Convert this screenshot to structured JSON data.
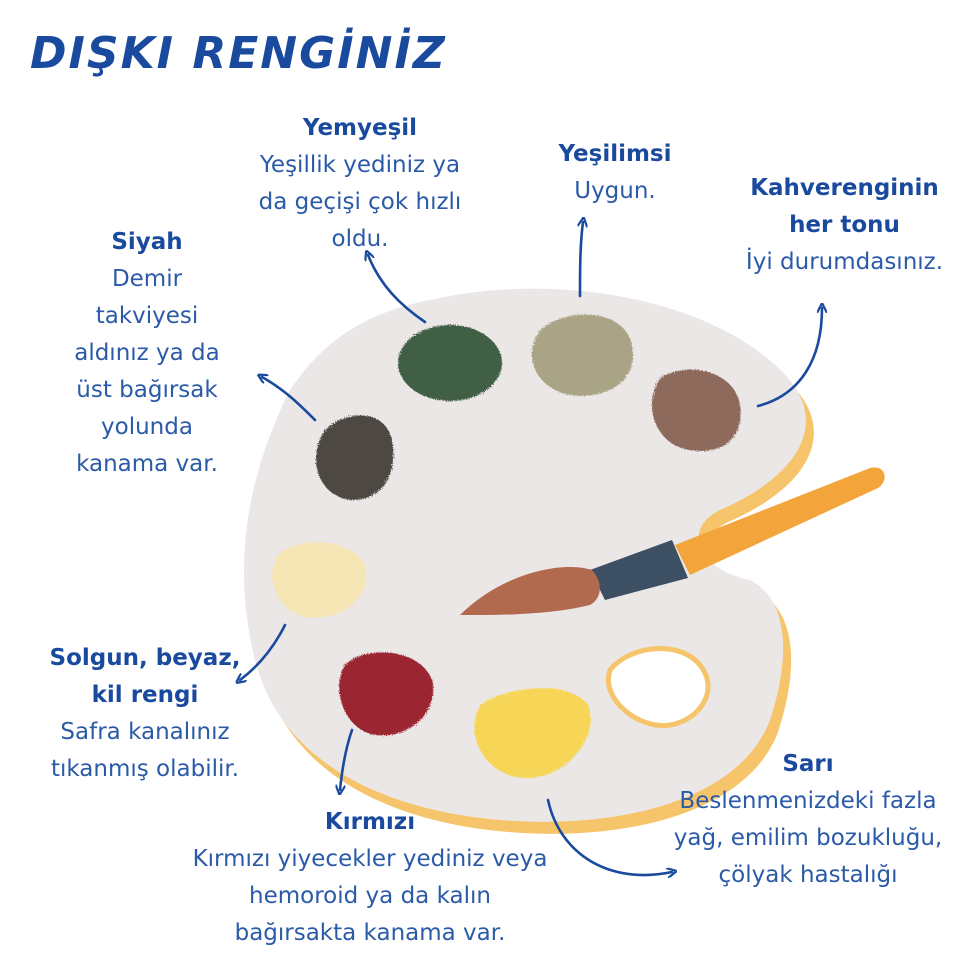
{
  "title": "DIŞKI RENGİNİZ",
  "items": [
    {
      "key": "yemyesil",
      "heading": "Yemyeşil",
      "body": "Yeşillik yediniz ya da geçişi çok hızlı oldu.",
      "color": "#3f5e44"
    },
    {
      "key": "yesilimsi",
      "heading": "Yeşilimsi",
      "body": "Uygun.",
      "color": "#a9a486"
    },
    {
      "key": "kahverengi",
      "heading": "Kahverenginin her tonu",
      "body": "İyi durumdasınız.",
      "color": "#8e6b5c"
    },
    {
      "key": "siyah",
      "heading": "Siyah",
      "body": "Demir takviyesi aldınız ya da üst bağırsak yolunda kanama var.",
      "color": "#4d4842"
    },
    {
      "key": "solgun",
      "heading": "Solgun, beyaz, kil rengi",
      "body": "Safra kanalınız tıkanmış olabilir.",
      "color": "#f6e5b5"
    },
    {
      "key": "kirmizi",
      "heading": "Kırmızı",
      "body": "Kırmızı yiyecekler yediniz veya hemoroid ya da kalın bağırsakta kanama var.",
      "color": "#9b2632"
    },
    {
      "key": "sari",
      "heading": "Sarı",
      "body": "Beslenmenizdeki fazla yağ, emilim bozukluğu, çölyak hastalığı",
      "color": "#f7d556"
    }
  ],
  "colors": {
    "text": "#1a4a9e",
    "palette": "#ebe7e7",
    "palette_edge": "#f6c46a",
    "brush_handle": "#f3a53b",
    "brush_ferrule": "#3d4f63",
    "brush_bristles": "#b16a4e"
  }
}
